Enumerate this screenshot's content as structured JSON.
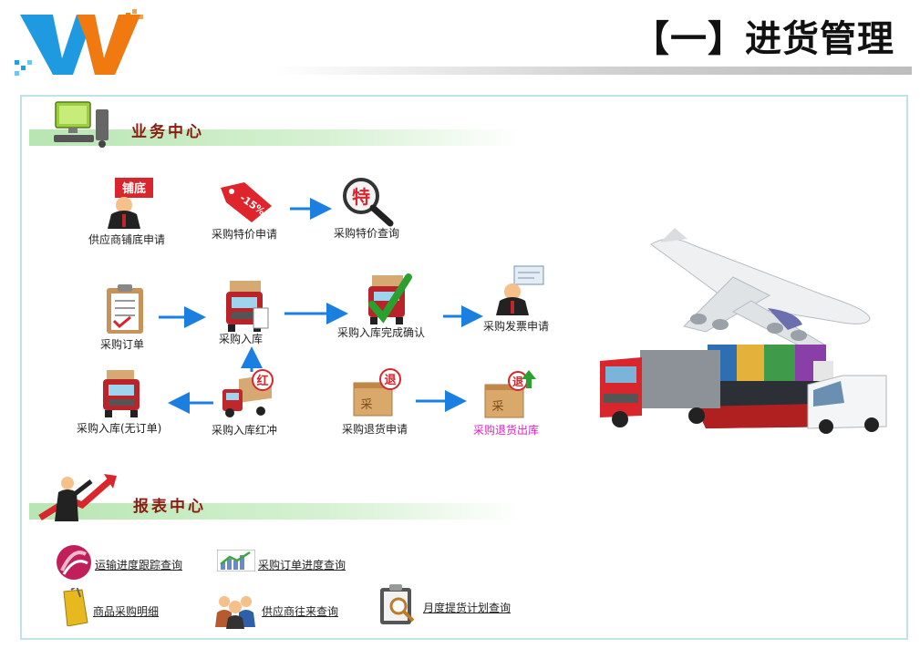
{
  "header": {
    "title": "【一】进货管理",
    "logo_text": "W"
  },
  "business_center": {
    "title": "业务中心",
    "nodes": {
      "supplier_floor": "供应商铺底申请",
      "supplier_floor_badge": "铺底",
      "special_price_apply": "采购特价申请",
      "special_price_tag": "-15%",
      "special_price_query": "采购特价查询",
      "special_price_query_badge": "特",
      "purchase_order": "采购订单",
      "purchase_in": "采购入库",
      "purchase_in_confirm": "采购入库完成确认",
      "invoice_apply": "采购发票申请",
      "purchase_in_no_order": "采购入库(无订单)",
      "purchase_in_red": "采购入库红冲",
      "red_badge": "红",
      "return_apply": "采购退货申请",
      "return_out": "采购退货出库",
      "return_badge": "退",
      "box_mark": "采"
    }
  },
  "report_center": {
    "title": "报表中心",
    "links": {
      "transport_track": "运输进度跟踪查询",
      "order_progress": "采购订单进度查询",
      "goods_detail": "商品采购明细",
      "supplier_query": "供应商往来查询",
      "monthly_plan": "月度提货计划查询"
    }
  },
  "colors": {
    "arrow": "#1a7fe0",
    "section_title": "#8a1c12",
    "panel_border": "#bfe3e8",
    "magenta_label": "#e020c8"
  }
}
